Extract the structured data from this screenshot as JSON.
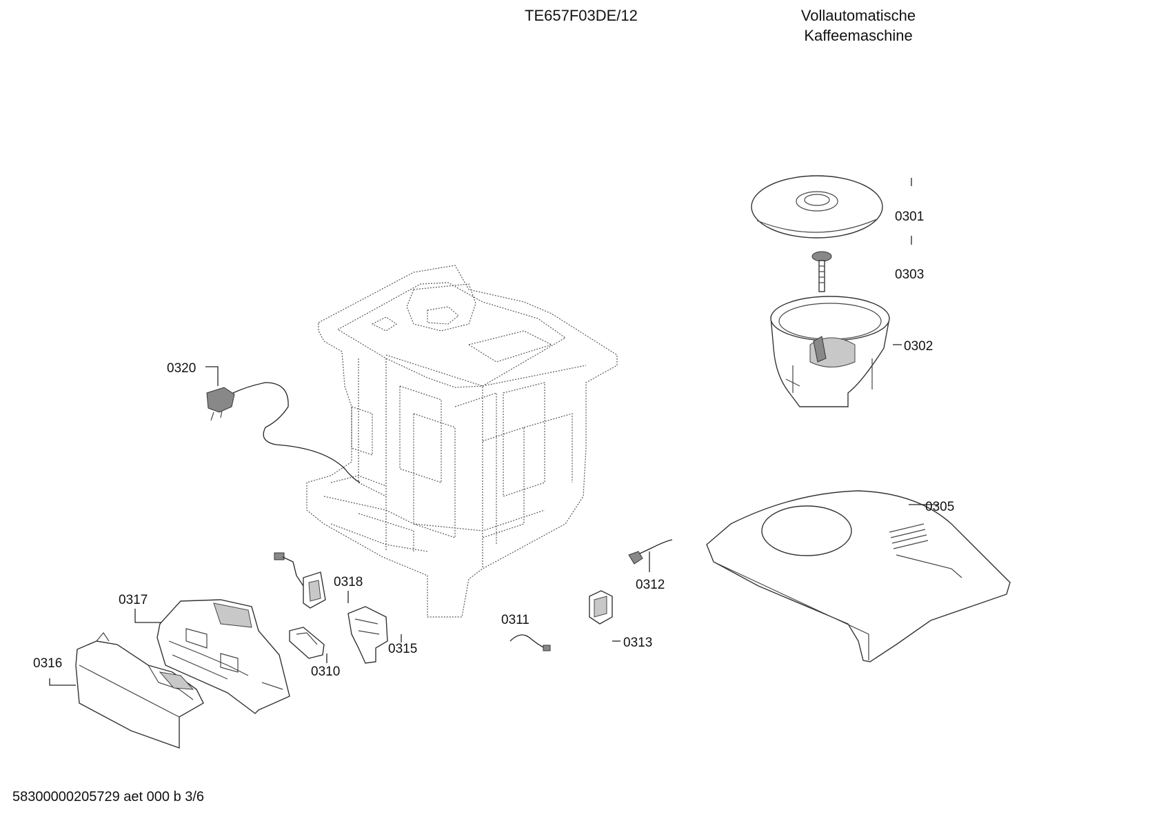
{
  "header": {
    "model": "TE657F03DE/12",
    "title_line1": "Vollautomatische",
    "title_line2": "Kaffeemaschine"
  },
  "footer": {
    "doc_id": "58300000205729 aet 000 b 3/6"
  },
  "parts": [
    {
      "id": "p0301",
      "label": "0301"
    },
    {
      "id": "p0303",
      "label": "0303"
    },
    {
      "id": "p0302",
      "label": "0302"
    },
    {
      "id": "p0305",
      "label": "0305"
    },
    {
      "id": "p0320",
      "label": "0320"
    },
    {
      "id": "p0312",
      "label": "0312"
    },
    {
      "id": "p0313",
      "label": "0313"
    },
    {
      "id": "p0311",
      "label": "0311"
    },
    {
      "id": "p0318",
      "label": "0318"
    },
    {
      "id": "p0315",
      "label": "0315"
    },
    {
      "id": "p0310",
      "label": "0310"
    },
    {
      "id": "p0317",
      "label": "0317"
    },
    {
      "id": "p0316",
      "label": "0316"
    }
  ]
}
